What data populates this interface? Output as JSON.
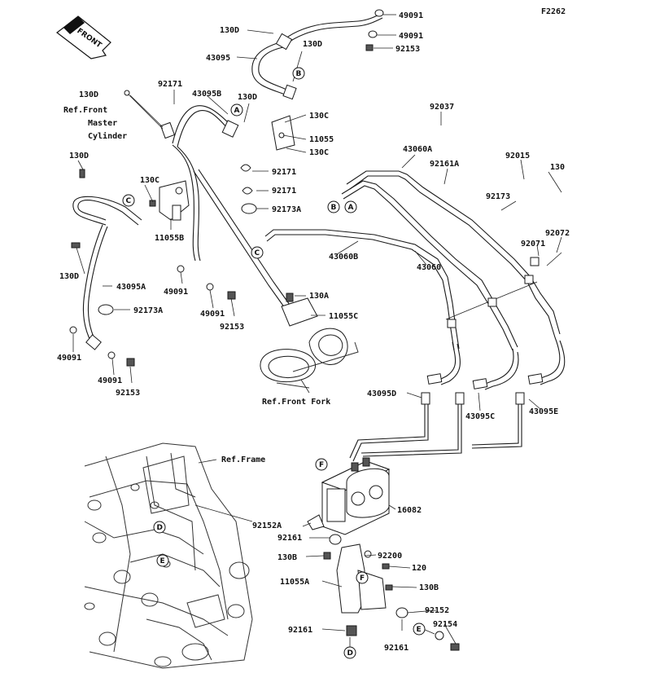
{
  "code": "F2262",
  "front_label": "FRONT",
  "parts": {
    "p49091_a": "49091",
    "p49091_b": "49091",
    "p92153_a": "92153",
    "p130d_a": "130D",
    "p43095": "43095",
    "p130d_b": "130D",
    "p130d_c": "130D",
    "p92171_a": "92171",
    "p43095b": "43095B",
    "p130d_d": "130D",
    "p130c_a": "130C",
    "p11055": "11055",
    "p130c_b": "130C",
    "p92037": "92037",
    "p43060a": "43060A",
    "p92161a": "92161A",
    "p92015": "92015",
    "p130": "130",
    "p92173": "92173",
    "p130d_e": "130D",
    "p130c_c": "130C",
    "p92171_b": "92171",
    "p92171_c": "92171",
    "p92173a_a": "92173A",
    "p11055b": "11055B",
    "p130d_f": "130D",
    "p43095a": "43095A",
    "p49091_c": "49091",
    "p49091_d": "49091",
    "p92153_b": "92153",
    "p92173a_b": "92173A",
    "p49091_e": "49091",
    "p49091_f": "49091",
    "p92153_c": "92153",
    "p43060b": "43060B",
    "p43060": "43060",
    "p92072": "92072",
    "p92071": "92071",
    "p130a": "130A",
    "p11055c": "11055C",
    "p43095d": "43095D",
    "p43095c": "43095C",
    "p43095e": "43095E",
    "p16082": "16082",
    "p92152a": "92152A",
    "p92161_a": "92161",
    "p92200": "92200",
    "p130b_a": "130B",
    "p120": "120",
    "p11055a": "11055A",
    "p130b_b": "130B",
    "p92152": "92152",
    "p92154": "92154",
    "p92161_b": "92161",
    "p92161_c": "92161"
  },
  "refs": {
    "master_1": "Ref.Front",
    "master_2": "Master",
    "master_3": "Cylinder",
    "fork": "Ref.Front Fork",
    "frame": "Ref.Frame"
  },
  "markers": {
    "a": "A",
    "b": "B",
    "c": "C",
    "d": "D",
    "e": "E",
    "f": "F"
  }
}
